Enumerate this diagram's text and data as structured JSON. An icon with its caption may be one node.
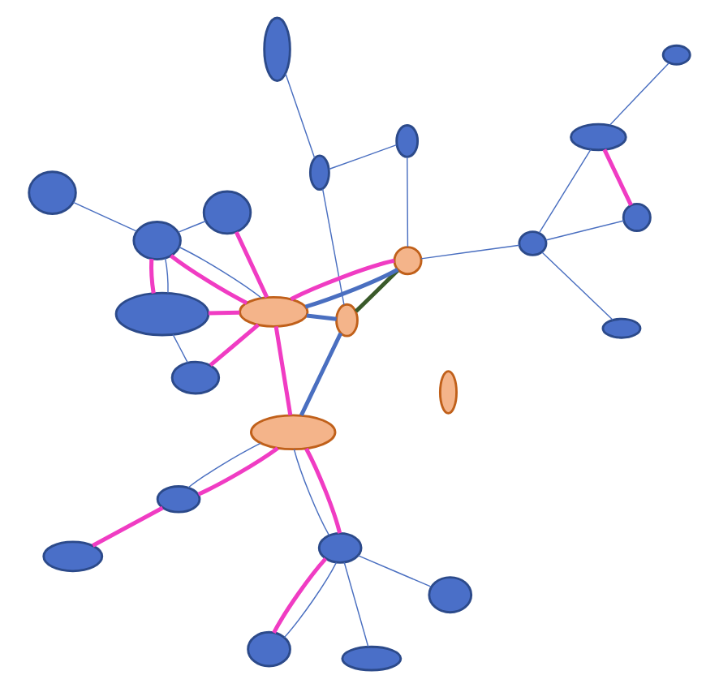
{
  "diagram": {
    "nodes": [
      {
        "text": [],
        "shape": "ellipse"
      },
      {
        "text": [],
        "shape": "ellipse"
      },
      {
        "text": [],
        "shape": "ellipse"
      },
      {
        "text": [],
        "shape": "ellipse"
      },
      {
        "text": [],
        "shape": "ellipse"
      },
      {
        "text": [],
        "shape": "ellipse"
      },
      {
        "text": [],
        "shape": "ellipse"
      },
      {
        "text": [],
        "shape": "ellipse"
      },
      {
        "text": [],
        "shape": "ellipse"
      },
      {
        "text": [],
        "shape": "ellipse"
      },
      {
        "text": [],
        "shape": "circle"
      },
      {
        "text": [],
        "shape": "ellipse"
      },
      {
        "text": [],
        "shape": "ellipse"
      },
      {
        "text": [],
        "shape": "ellipse"
      },
      {
        "text": [],
        "shape": "ellipse"
      },
      {
        "text": [],
        "shape": "ellipse"
      },
      {
        "text": [],
        "shape": "ellipse"
      },
      {
        "text": [],
        "shape": "ellipse"
      },
      {
        "text": [],
        "shape": "ellipse"
      },
      {
        "text": [],
        "shape": "ellipse"
      },
      {
        "text": [],
        "shape": "ellipse"
      },
      {
        "text": [],
        "shape": "ellipse"
      },
      {
        "text": [],
        "shape": "ellipse"
      },
      {
        "text": [],
        "shape": "ellipse"
      }
    ],
    "edges": [
      {
        "from": 1,
        "to": 5,
        "arrow": "none"
      },
      {
        "from": 4,
        "to": 5,
        "arrow": "none"
      },
      {
        "from": 5,
        "to": 17,
        "arrow": "none"
      },
      {
        "from": 5,
        "to": 17,
        "arrow": "none",
        "style": "thick",
        "color": "#f03cc3"
      },
      {
        "from": 5,
        "to": 6,
        "arrow": "none"
      },
      {
        "from": 5,
        "to": 6,
        "arrow": "none",
        "style": "thick",
        "color": "#f03cc3"
      },
      {
        "from": 2,
        "to": 6,
        "arrow": "none"
      },
      {
        "from": 2,
        "to": 6,
        "arrow": "none",
        "style": "thick",
        "color": "#f03cc3"
      },
      {
        "from": 0,
        "to": 2,
        "arrow": "none",
        "style": "thick",
        "color": "#f03cc3"
      },
      {
        "from": 3,
        "to": 8,
        "arrow": "none"
      },
      {
        "from": 8,
        "to": 9,
        "arrow": "none"
      },
      {
        "from": 8,
        "to": 15,
        "arrow": "none"
      },
      {
        "from": 9,
        "to": 10,
        "arrow": "none"
      },
      {
        "from": 10,
        "to": 13,
        "arrow": "none"
      },
      {
        "from": 11,
        "to": 13,
        "arrow": "none"
      },
      {
        "from": 13,
        "to": 14,
        "arrow": "none"
      },
      {
        "from": 12,
        "to": 14,
        "arrow": "none"
      },
      {
        "from": 13,
        "to": 16,
        "arrow": "none"
      },
      {
        "from": 14,
        "to": 16,
        "arrow": "none",
        "style": "thick",
        "color": "#f03cc3"
      },
      {
        "from": 10,
        "to": 15,
        "arrow": "none",
        "style": "thick",
        "color": "#3a5a2a"
      },
      {
        "from": 6,
        "to": 15,
        "arrow": "none",
        "style": "thick"
      },
      {
        "from": 15,
        "to": 18,
        "arrow": "none",
        "style": "thick"
      },
      {
        "from": 10,
        "to": 18,
        "arrow": "none",
        "style": "thick"
      },
      {
        "from": 6,
        "to": 18,
        "arrow": "none",
        "style": "thick",
        "color": "#f03cc3"
      },
      {
        "from": 10,
        "to": 18,
        "arrow": "none",
        "style": "thick",
        "color": "#f03cc3"
      },
      {
        "from": 18,
        "to": 19,
        "arrow": "none",
        "style": "thick",
        "color": "#f03cc3"
      },
      {
        "from": 18,
        "to": 20,
        "arrow": "none",
        "style": "thick",
        "color": "#f03cc3"
      },
      {
        "from": 18,
        "to": 21,
        "arrow": "none",
        "style": "thick",
        "color": "#f03cc3"
      },
      {
        "from": 18,
        "to": 23,
        "arrow": "none",
        "style": "thick",
        "color": "#f03cc3"
      },
      {
        "from": 18,
        "to": 20,
        "arrow": "none"
      },
      {
        "from": 19,
        "to": 20,
        "arrow": "none"
      },
      {
        "from": 20,
        "to": 22,
        "arrow": "none"
      },
      {
        "from": 20,
        "to": 23,
        "arrow": "none"
      },
      {
        "from": 20,
        "to": 23,
        "arrow": "none",
        "style": "thick",
        "color": "#f03cc3"
      },
      {
        "from": 21,
        "to": 23,
        "arrow": "none"
      }
    ]
  }
}
